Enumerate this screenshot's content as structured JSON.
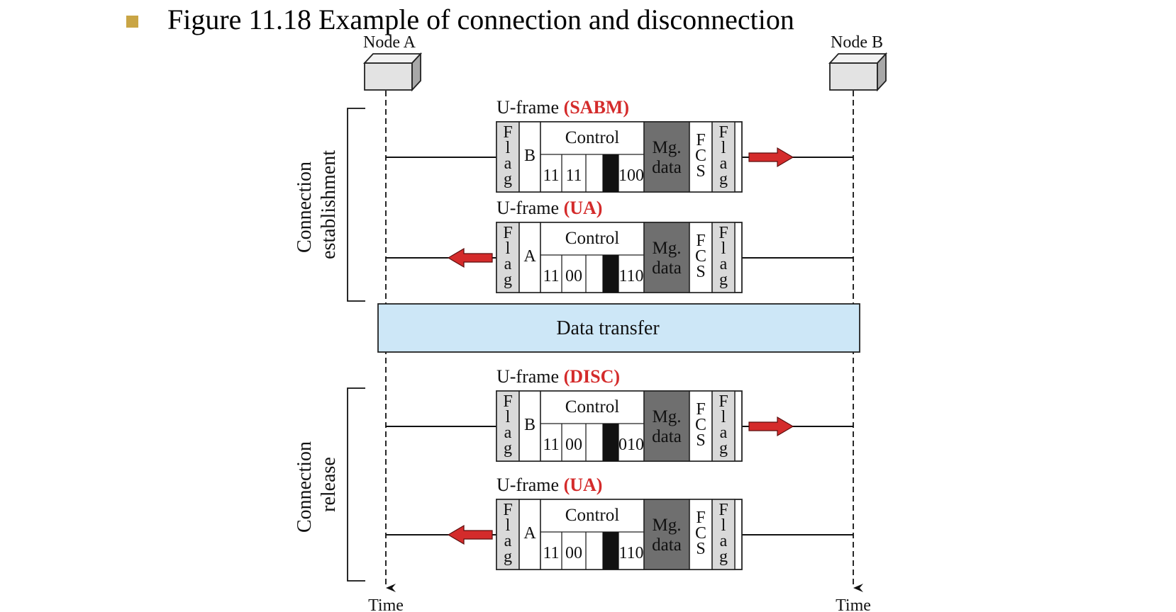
{
  "title": "Figure 11.18  Example of connection and disconnection",
  "colors": {
    "bullet": "#c9a545",
    "accent_red": "#d42b2b",
    "data_transfer_fill": "#cde7f7",
    "mgdata_fill": "#6f6f6f",
    "footer_line": "#f2c23a"
  },
  "nodes": {
    "a": "Node A",
    "b": "Node B"
  },
  "time_label": "Time",
  "phases": {
    "establishment": [
      "Connection",
      "establishment"
    ],
    "release": [
      "Connection",
      "release"
    ]
  },
  "data_transfer": "Data transfer",
  "frame_prefix": "U-frame",
  "field_labels": {
    "flag": [
      "F",
      "l",
      "a",
      "g"
    ],
    "control": "Control",
    "mgdata": [
      "Mg.",
      "data"
    ],
    "fcs": [
      "F",
      "C",
      "S"
    ]
  },
  "frames": [
    {
      "type": "(SABM)",
      "address": "B",
      "bits": [
        "11",
        "11",
        "100"
      ],
      "direction": "A-to-B"
    },
    {
      "type": "(UA)",
      "address": "A",
      "bits": [
        "11",
        "00",
        "110"
      ],
      "direction": "B-to-A"
    },
    {
      "type": "(DISC)",
      "address": "B",
      "bits": [
        "11",
        "00",
        "010"
      ],
      "direction": "A-to-B"
    },
    {
      "type": "(UA)",
      "address": "A",
      "bits": [
        "11",
        "00",
        "110"
      ],
      "direction": "B-to-A"
    }
  ]
}
